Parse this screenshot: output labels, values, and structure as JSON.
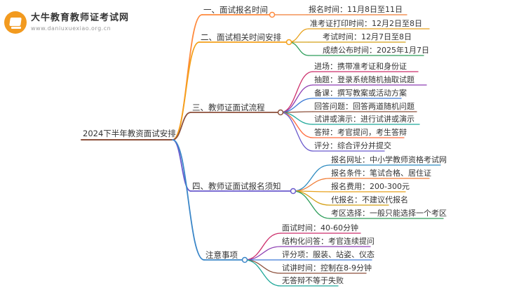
{
  "logo": {
    "name": "大牛教育教师证考试网",
    "domain": "www.daniuxuexiao.org.cn",
    "color": "#f29a1f"
  },
  "mindmap": {
    "root": "2024下半年教资面试安排",
    "branches": [
      {
        "label": "一、面试报名时间",
        "color": "#ff8a3d",
        "items": [
          "报名时间：11月8日至11日"
        ]
      },
      {
        "label": "二、面试相关时间安排",
        "color": "#f4a01a",
        "items": [
          "准考证打印时间：12月2日至8日",
          "考试时间：12月7日至8日",
          "成绩公布时间：2025年1月7日"
        ]
      },
      {
        "label": "三、教师证面试流程",
        "color": "#8c4f3a",
        "items": [
          "进场：携带准考证和身份证",
          "抽题：登录系统随机抽取试题",
          "备课：撰写教案或活动方案",
          "回答问题：回答两道随机问题",
          "试讲或演示：进行试讲或演示",
          "答辩：考官提问，考生答辩",
          "评分：综合评分并提交"
        ]
      },
      {
        "label": "四、教师证面试报名须知",
        "color": "#6a5acd",
        "items": [
          "报名网址：中小学教师资格考试网",
          "报名条件：笔试合格、居住证",
          "报名费用：200-300元",
          "代报名：不建议代报名",
          "考区选择：一般只能选择一个考区"
        ]
      },
      {
        "label": "注意事项",
        "color": "#3a86c8",
        "items": [
          "面试时间：40-60分钟",
          "结构化问答：考官连续提问",
          "评分项：服装、站姿、仪态",
          "试讲时间：控制在8-9分钟",
          "无答辩不等于失败"
        ]
      }
    ],
    "leaf_colors": [
      "#f07c35",
      "#e8a11c",
      "#d4a017",
      "#2e9e5b",
      "#cc2d6a",
      "#8e3fb3",
      "#3d7bd6",
      "#8c4f3a",
      "#1fa89a",
      "#ff6a3d",
      "#6a5acd",
      "#2e8bc0"
    ]
  }
}
